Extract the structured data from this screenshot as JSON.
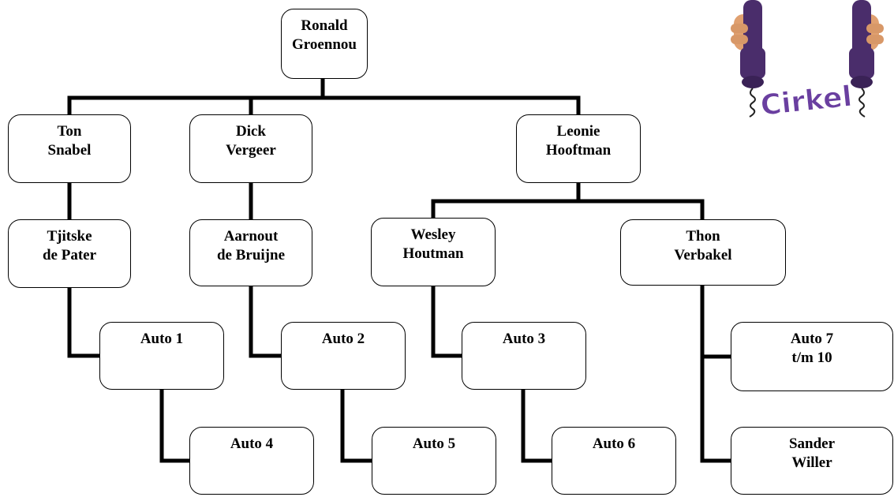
{
  "colors": {
    "line": "#000000",
    "box_border": "#000000",
    "text": "#000000",
    "logo_text": "#6a3fa0",
    "phone": "#4a2d6b",
    "hand": "#e0a070"
  },
  "logo": {
    "text": "Cirkel",
    "icon": "telephone-handset-icon"
  },
  "nodes": {
    "ronald": [
      "Ronald",
      "Groennou"
    ],
    "ton": [
      "Ton",
      "Snabel"
    ],
    "dick": [
      "Dick",
      "Vergeer"
    ],
    "leonie": [
      "Leonie",
      "Hooftman"
    ],
    "tjitske": [
      "Tjitske",
      "de Pater"
    ],
    "aarnout": [
      "Aarnout",
      "de Bruijne"
    ],
    "wesley": [
      "Wesley",
      "Houtman"
    ],
    "thon": [
      "Thon",
      "Verbakel"
    ],
    "auto1": [
      "Auto 1"
    ],
    "auto2": [
      "Auto 2"
    ],
    "auto3": [
      "Auto 3"
    ],
    "auto4": [
      "Auto 4"
    ],
    "auto5": [
      "Auto 5"
    ],
    "auto6": [
      "Auto 6"
    ],
    "auto7": [
      "Auto 7",
      "t/m 10"
    ],
    "sander": [
      "Sander",
      "Willer"
    ]
  }
}
